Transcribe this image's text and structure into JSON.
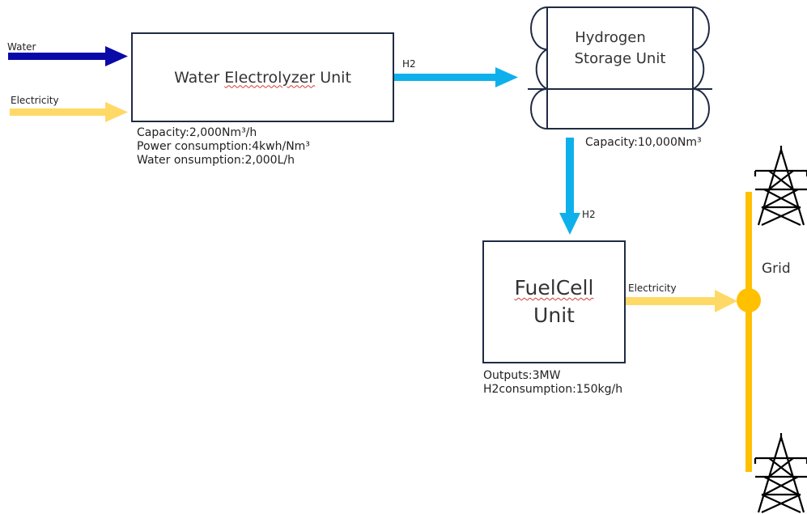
{
  "inputs": {
    "water_label": "Water",
    "electricity_label": "Electricity"
  },
  "electrolyzer": {
    "title_prefix": "Water ",
    "title_squiggle": "Electrolyzer",
    "title_suffix": " Unit",
    "specs": [
      "Capacity:2,000Nm³/h",
      "Power consumption:4kwh/Nm³",
      "Water onsumption:2,000L/h"
    ]
  },
  "flows": {
    "h2_top": "H2",
    "h2_down": "H2",
    "fuelcell_out": "Electricity"
  },
  "storage": {
    "title_line1": "Hydrogen",
    "title_line2": "Storage Unit",
    "capacity": "Capacity:10,000Nm³"
  },
  "fuelcell": {
    "title_line1": "FuelCell",
    "title_line2": "Unit",
    "specs": [
      "Outputs:3MW",
      "H2consumption:150kg/h"
    ]
  },
  "grid": {
    "label": "Grid"
  },
  "colors": {
    "water_arrow": "#0a0aa8",
    "electricity_arrow": "#ffd966",
    "h2_arrow": "#0eb0ec",
    "grid_line": "#ffc000",
    "box_border": "#1f2b44"
  },
  "icons": [
    "transmission-tower-icon",
    "transmission-tower-icon"
  ]
}
